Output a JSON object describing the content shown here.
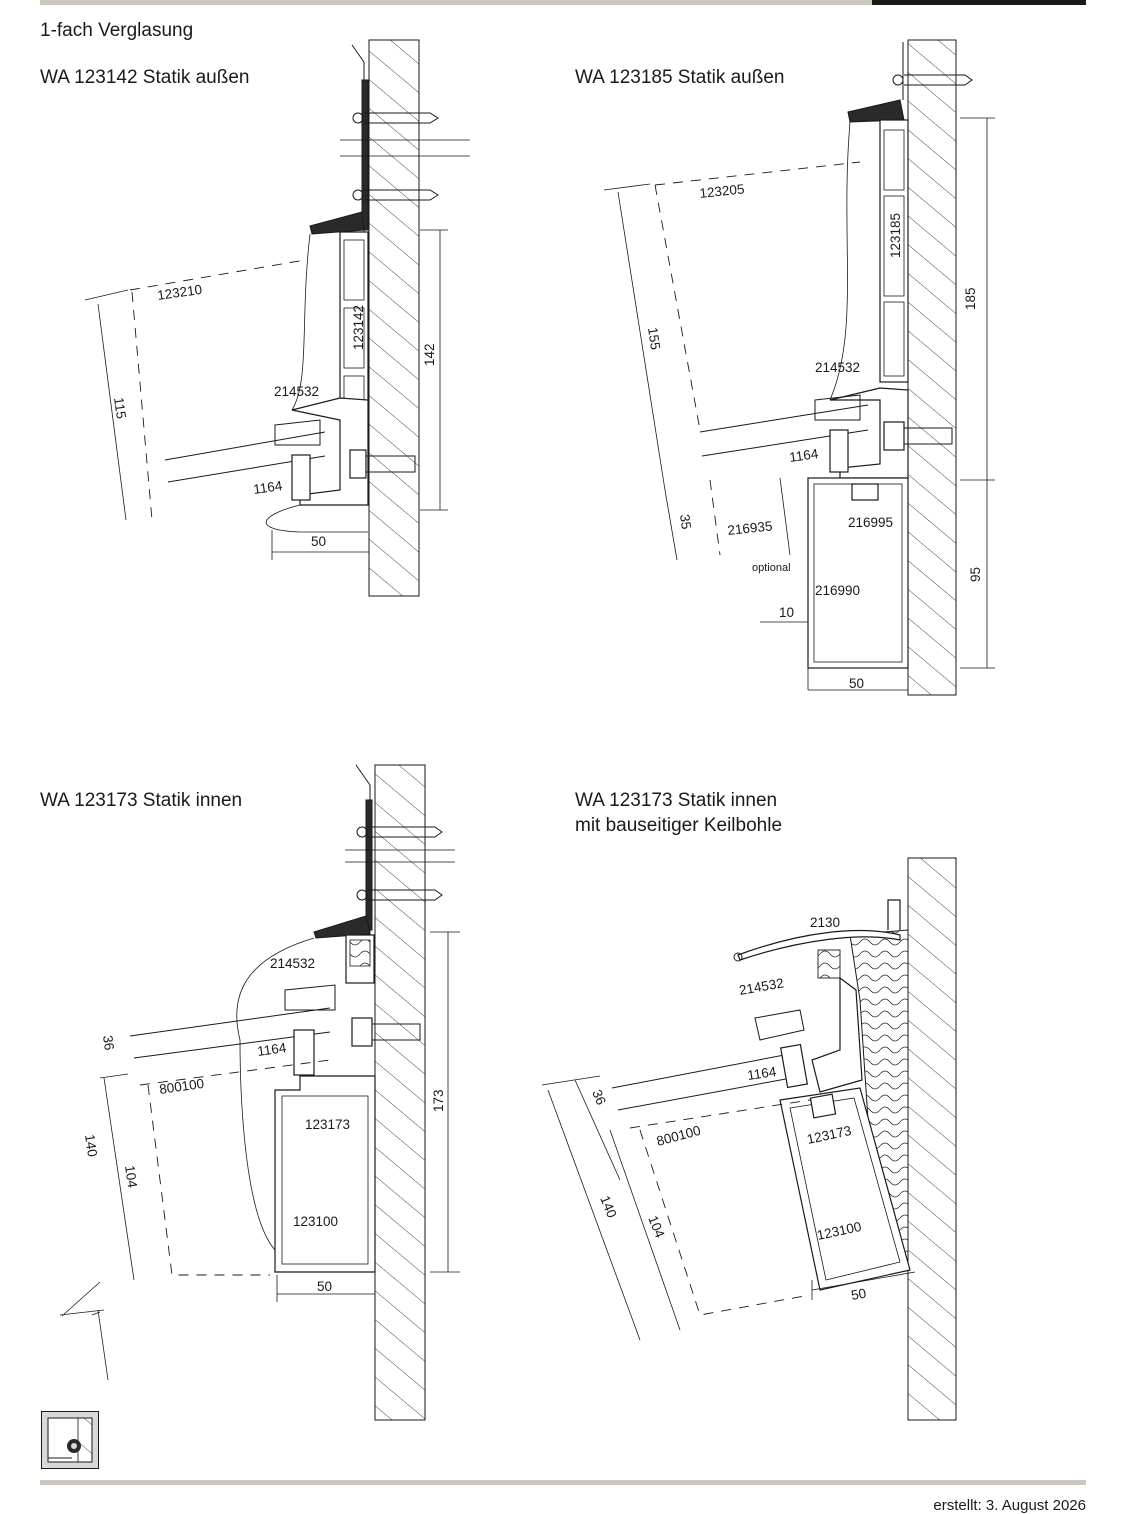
{
  "header": {
    "title": "1-fach Verglasung"
  },
  "details": [
    {
      "title": "WA 123142 Statik außen",
      "labels": {
        "part_cover": "123210",
        "part_profile": "123142",
        "part_seal": "214532",
        "part_block": "1164"
      },
      "dimensions": {
        "glass_height": "115",
        "profile_height": "142",
        "width": "50"
      }
    },
    {
      "title": "WA 123185 Statik außen",
      "labels": {
        "part_cover": "123205",
        "part_profile": "123185",
        "part_seal": "214532",
        "part_block": "1164",
        "part_optional": "216935",
        "part_clip": "216995",
        "part_box": "216990",
        "note": "optional"
      },
      "dimensions": {
        "glass_height": "155",
        "lower": "35",
        "profile_height": "185",
        "box_height": "95",
        "gap": "10",
        "width": "50"
      }
    },
    {
      "title": "WA 123173 Statik innen",
      "labels": {
        "part_seal": "214532",
        "part_block": "1164",
        "part_inner": "800100",
        "part_profile": "123173",
        "part_box": "123100"
      },
      "dimensions": {
        "upper": "36",
        "total": "140",
        "lower": "104",
        "profile_height": "173",
        "width": "50"
      }
    },
    {
      "title_line1": "WA 123173 Statik innen",
      "title_line2": "mit bauseitiger Keilbohle",
      "labels": {
        "part_cap": "2130",
        "part_seal": "214532",
        "part_block": "1164",
        "part_inner": "800100",
        "part_profile": "123173",
        "part_box": "123100"
      },
      "dimensions": {
        "upper": "36",
        "total": "140",
        "lower": "104",
        "width": "50"
      }
    }
  ],
  "footer": {
    "date": "erstellt: 3. August 2026"
  }
}
